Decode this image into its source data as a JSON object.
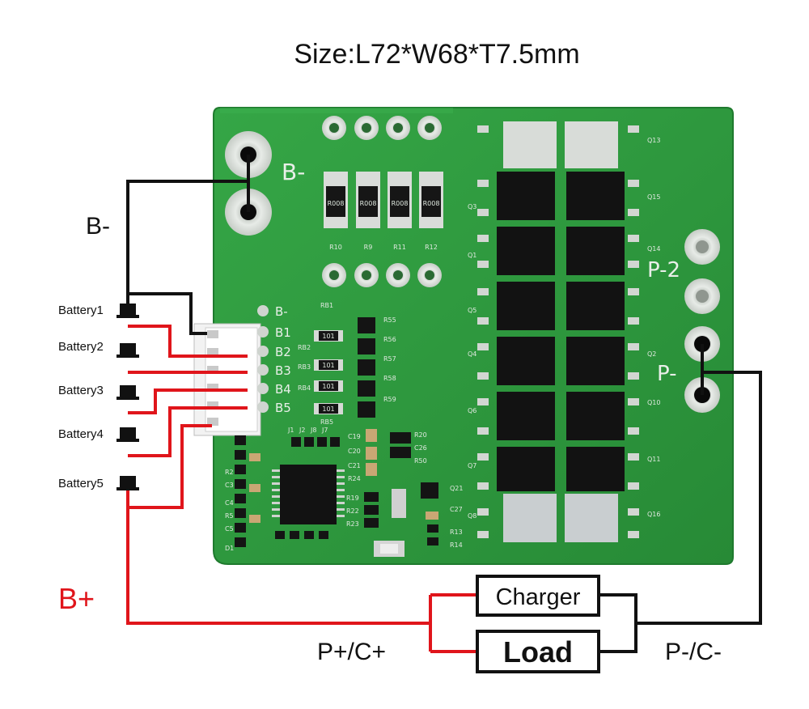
{
  "title": "Size:L72*W68*T7.5mm",
  "labels": {
    "b_minus_outer": "B-",
    "b_plus": "B+",
    "p_plus_c_plus": "P+/C+",
    "p_minus_c_minus": "P-/C-",
    "charger": "Charger",
    "load": "Load"
  },
  "batteries": [
    "Battery1",
    "Battery2",
    "Battery3",
    "Battery4",
    "Battery5"
  ],
  "board": {
    "b_minus": "B-",
    "p_minus_2": "P-2",
    "p_minus": "P-",
    "connector_pins": [
      "B-",
      "B1",
      "B2",
      "B3",
      "B4",
      "B5"
    ],
    "resistor_codes": [
      "R008",
      "R008",
      "R008",
      "R008"
    ],
    "resistor_refs": [
      "R10",
      "R9",
      "R11",
      "R12"
    ],
    "cell_resistor_code": "101",
    "rb_refs": [
      "RB1",
      "RB2",
      "RB3",
      "RB4",
      "RB5"
    ],
    "r_refs_right": [
      "R55",
      "R56",
      "R57",
      "R58",
      "R59"
    ],
    "mosfet_refs_left": [
      "Q3",
      "Q1",
      "Q5",
      "Q4",
      "Q6",
      "Q7",
      "Q8"
    ],
    "mosfet_refs_right": [
      "Q13",
      "Q15",
      "Q14",
      "Q2",
      "Q10",
      "Q11",
      "Q16"
    ],
    "misc_refs": [
      "C19",
      "C20",
      "C21",
      "R24",
      "R20",
      "C26",
      "R50",
      "R19",
      "R22",
      "R23",
      "C27",
      "R13",
      "R14",
      "Q21",
      "J1",
      "J2",
      "J8",
      "J7",
      "R2",
      "C3",
      "C4",
      "R5",
      "C5",
      "D1"
    ]
  },
  "colors": {
    "board": "#2e9a3f",
    "wire_red": "#e0151b",
    "wire_black": "#111111"
  }
}
